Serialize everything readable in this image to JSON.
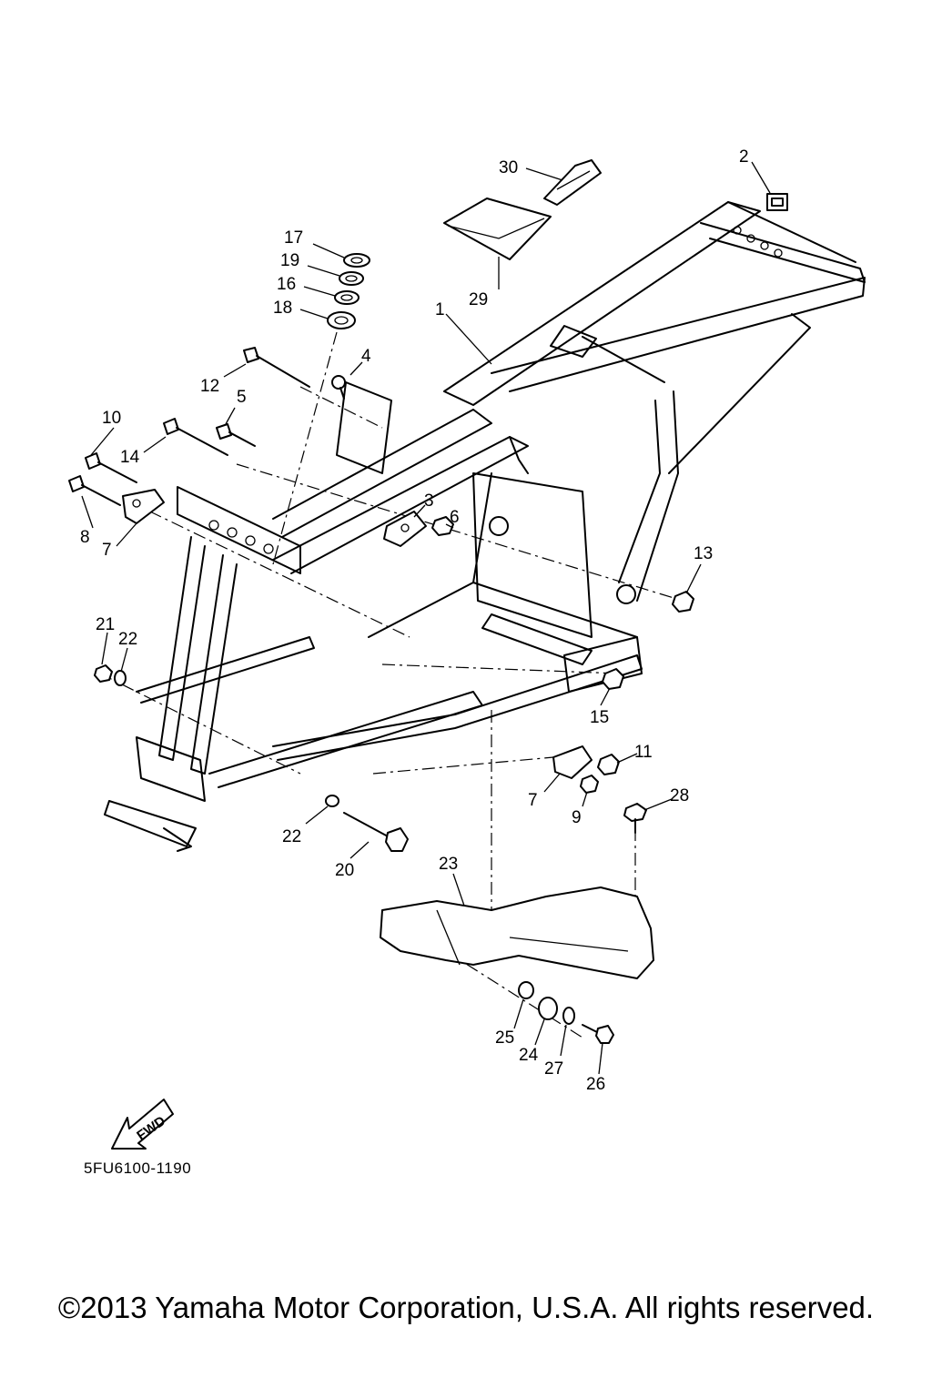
{
  "diagram": {
    "code": "5FU6100-1190",
    "fwd_label": "FWD",
    "copyright": "©2013 Yamaha Motor Corporation, U.S.A. All rights reserved.",
    "callouts": [
      "1",
      "2",
      "3",
      "4",
      "5",
      "6",
      "7",
      "7",
      "8",
      "9",
      "10",
      "11",
      "12",
      "13",
      "14",
      "15",
      "16",
      "17",
      "18",
      "19",
      "20",
      "21",
      "22",
      "22",
      "23",
      "24",
      "25",
      "26",
      "27",
      "28",
      "29",
      "30"
    ]
  }
}
